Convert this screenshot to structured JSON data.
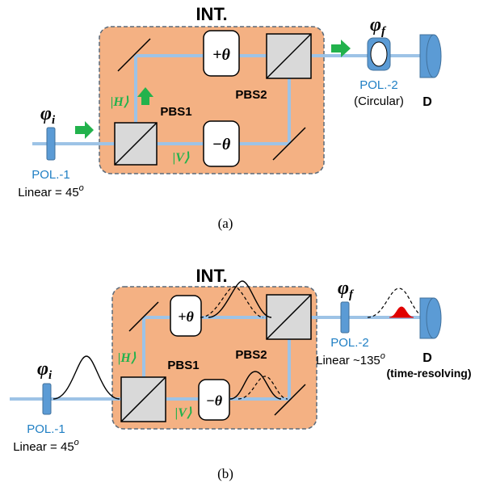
{
  "panel_a": {
    "title": "INT.",
    "bs1_label": "PBS1",
    "bs2_label": "PBS2",
    "plus_theta": "+θ",
    "minus_theta": "−θ",
    "h_label": "|H⟩",
    "v_label": "|V⟩",
    "phi_i": "φ",
    "phi_i_sub": "i",
    "phi_f": "φ",
    "phi_f_sub": "f",
    "pol1_label": "POL.-1",
    "pol1_desc_prefix": "Linear = 45",
    "pol1_desc_sup": "o",
    "pol2_label": "POL.-2",
    "pol2_desc": "(Circular)",
    "detector_label": "D",
    "caption": "(a)"
  },
  "panel_b": {
    "title": "INT.",
    "bs1_label": "PBS1",
    "bs2_label": "PBS2",
    "plus_theta": "+θ",
    "minus_theta": "−θ",
    "h_label": "|H⟩",
    "v_label": "|V⟩",
    "phi_i": "φ",
    "phi_i_sub": "i",
    "phi_f": "φ",
    "phi_f_sub": "f",
    "pol1_label": "POL.-1",
    "pol1_desc_prefix": "Linear = 45",
    "pol1_desc_sup": "o",
    "pol2_label": "POL.-2",
    "pol2_desc_prefix": "Linear ~135",
    "pol2_desc_sup": "o",
    "detector_label": "D",
    "detector_desc": "(time-resolving)",
    "caption": "(b)"
  },
  "colors": {
    "interferometer_fill": "#f4b183",
    "interferometer_border": "#5a6a7a",
    "beam": "#9dc3e6",
    "optics_blue": "#5b9bd5",
    "label_blue": "#1f7fc4",
    "arrow_green": "#22b24c",
    "pulse_red": "#e00000"
  }
}
